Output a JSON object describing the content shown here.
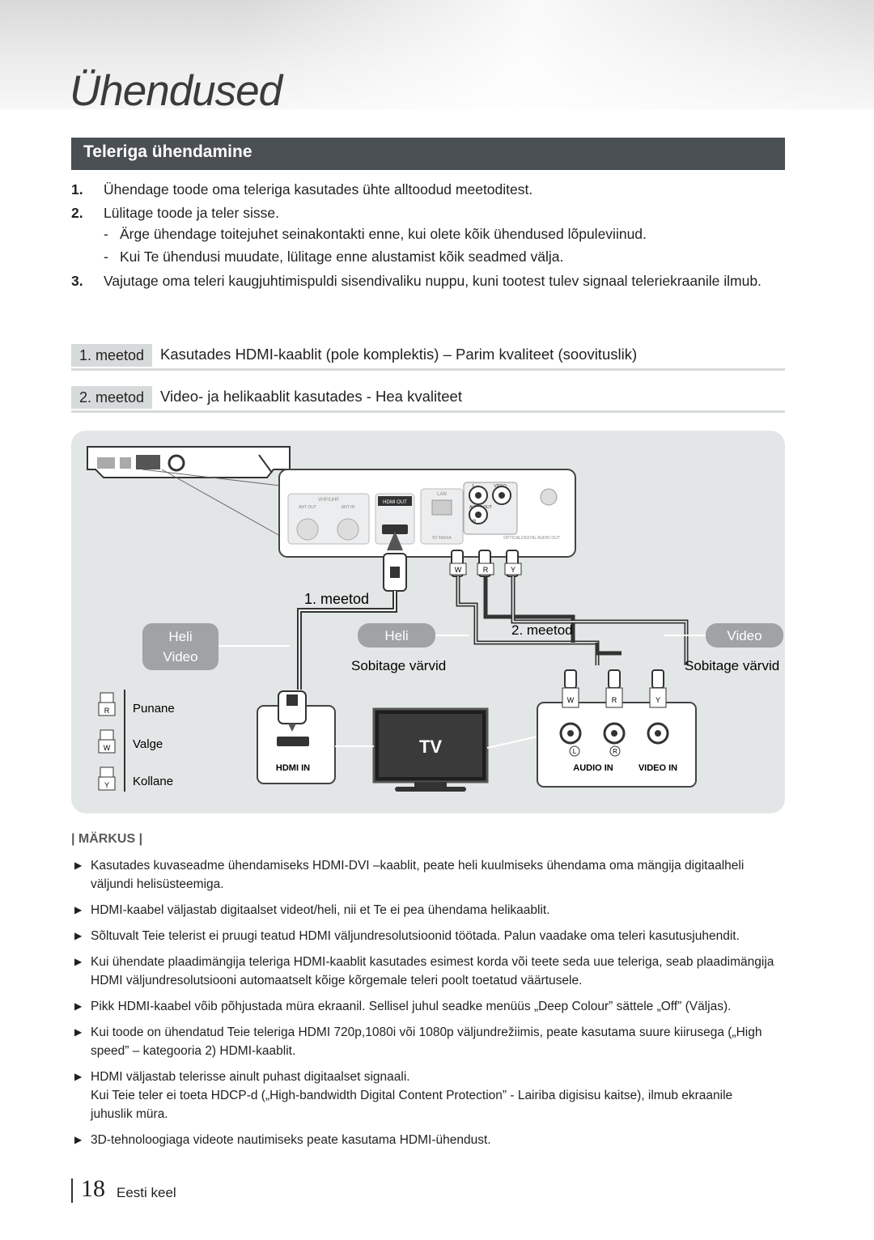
{
  "chapter_title": "Ühendused",
  "section_title": "Teleriga ühendamine",
  "steps": [
    {
      "num": "1.",
      "text": "Ühendage toode oma teleriga kasutades ühte alltoodud meetoditest."
    },
    {
      "num": "2.",
      "text": "Lülitage toode ja teler sisse."
    },
    {
      "num": "3.",
      "text": "Vajutage oma teleri kaugjuhtimispuldi sisendivaliku nuppu, kuni tootest tulev signaal teleriekraanile ilmub."
    }
  ],
  "step2_subitems": [
    "Ärge ühendage toitejuhet seinakontakti enne, kui olete kõik ühendused lõpuleviinud.",
    "Kui Te ühendusi muudate, lülitage enne alustamist kõik seadmed välja."
  ],
  "methods": [
    {
      "tag": "1. meetod",
      "text": "Kasutades HDMI-kaablit (pole komplektis) – Parim kvaliteet (soovituslik)"
    },
    {
      "tag": "2. meetod",
      "text": "Video- ja helikaablit kasutades - Hea kvaliteet"
    }
  ],
  "diagram": {
    "player_labels": {
      "hdmi_out": "HDMI OUT",
      "video": "VIDEO",
      "audio_out": "AUDIO OUT",
      "lan": "LAN",
      "optical": "OPTICAL",
      "digital_audio_out": "DIGITAL AUDIO OUT",
      "vhf_uhf": "VHF/UHF",
      "ant_out": "ANT OUT",
      "ant_in": "ANT IN",
      "five_v": "5V 500mA",
      "l": "L",
      "r": "R"
    },
    "method1_label": "1. meetod",
    "method2_label": "2. meetod",
    "left_pill": {
      "line1": "Heli",
      "line2": "Video"
    },
    "center_pill": "Heli",
    "right_pill": "Video",
    "color_hint_left": "Sobitage värvid",
    "color_hint_right": "Sobitage värvid",
    "plug_letters": {
      "w": "W",
      "r": "R",
      "y": "Y"
    },
    "legend": [
      {
        "letter": "R",
        "label": "Punane"
      },
      {
        "letter": "W",
        "label": "Valge"
      },
      {
        "letter": "Y",
        "label": "Kollane"
      }
    ],
    "tv_label": "TV",
    "hdmi_in_label": "HDMI IN",
    "audio_in_label": "AUDIO IN",
    "video_in_label": "VIDEO IN",
    "jack_l": "L",
    "jack_r": "R"
  },
  "notes_title": "| MÄRKUS |",
  "notes": [
    {
      "text": "Kasutades kuvaseadme ühendamiseks HDMI-DVI –kaablit, peate heli kuulmiseks ühendama oma mängija digitaalheli väljundi helisüsteemiga.",
      "extra": ""
    },
    {
      "text": "HDMI-kaabel väljastab digitaalset videot/heli, nii et Te ei pea ühendama helikaablit.",
      "extra": ""
    },
    {
      "text": "Sõltuvalt Teie telerist ei pruugi teatud HDMI väljundresolutsioonid töötada. Palun vaadake oma teleri kasutusjuhendit.",
      "extra": ""
    },
    {
      "text": "Kui ühendate plaadimängija teleriga HDMI-kaablit kasutades esimest korda või teete seda uue teleriga, seab plaadimängija HDMI väljundresolutsiooni automaatselt kõige kõrgemale teleri poolt toetatud väärtusele.",
      "extra": ""
    },
    {
      "text": "Pikk HDMI-kaabel võib põhjustada müra ekraanil. Sellisel juhul seadke menüüs „Deep Colour” sättele „Off” (Väljas).",
      "extra": ""
    },
    {
      "text": "Kui toode on ühendatud Teie teleriga HDMI 720p,1080i või 1080p väljundrežiimis, peate kasutama suure kiirusega („High speed” – kategooria 2) HDMI-kaablit.",
      "extra": ""
    },
    {
      "text": "HDMI väljastab telerisse ainult puhast digitaalset signaali.",
      "extra": "Kui Teie teler ei toeta HDCP-d („High-bandwidth Digital Content Protection” - Lairiba digisisu kaitse), ilmub ekraanile juhuslik müra."
    },
    {
      "text": "3D-tehnoloogiaga videote nautimiseks peate kasutama HDMI-ühendust.",
      "extra": ""
    }
  ],
  "footer": {
    "page_number": "18",
    "language": "Eesti keel"
  }
}
